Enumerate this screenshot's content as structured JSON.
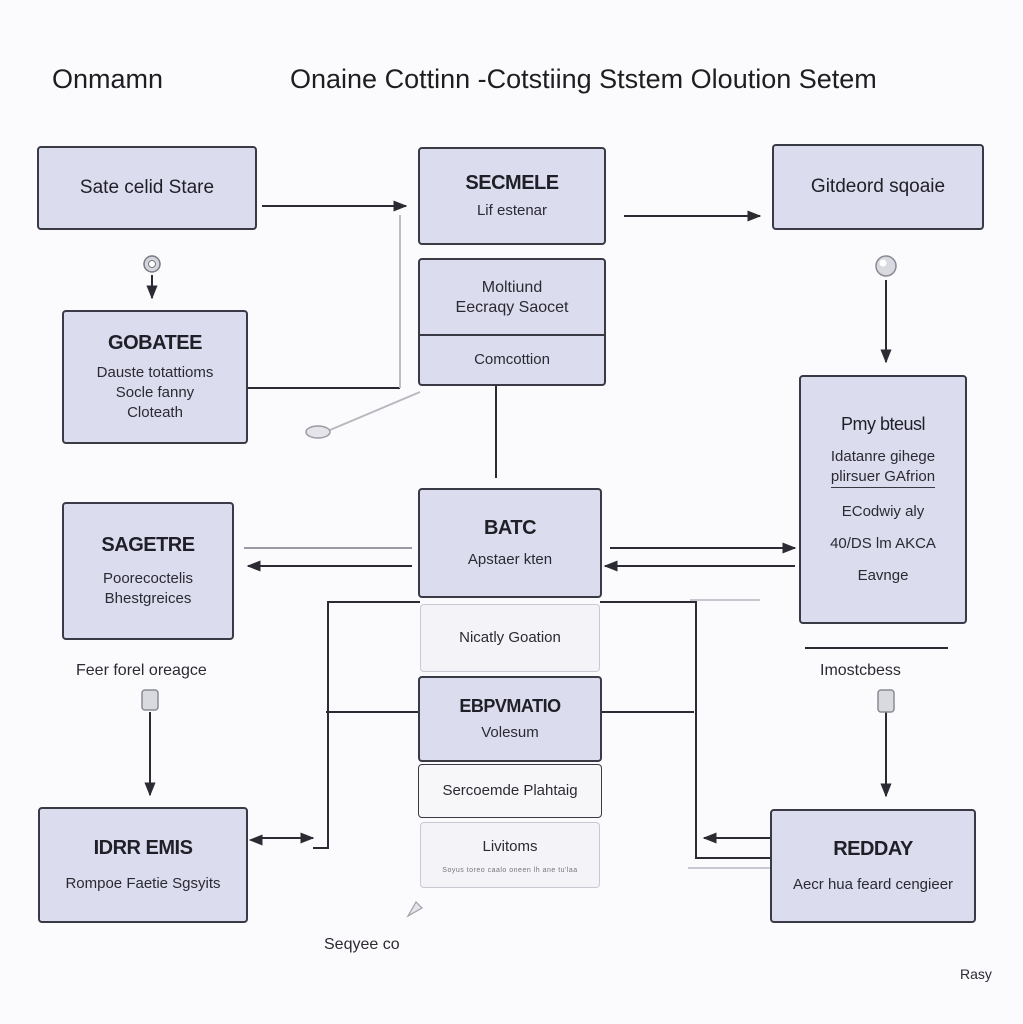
{
  "header": {
    "left_title": "Onmamn",
    "main_title": "Onaine Cottinn -Cotstiing Ststem  Oloution Setem"
  },
  "nodes": {
    "sate_store": {
      "label": "Sate celid Stare"
    },
    "secmele": {
      "title": "SECMELE",
      "subtitle": "Lif estenar"
    },
    "gitdeord": {
      "label": "Gitdeord sqoaie"
    },
    "moltiund": {
      "line1": "Moltiund",
      "line2": "Eecraqy Saocet"
    },
    "comcottion": {
      "label": "Comcottion"
    },
    "gobatee": {
      "title": "GOBATEE",
      "line1": "Dauste totattioms",
      "line2": "Socle fanny",
      "line3": "Cloteath"
    },
    "pmy_bteusl": {
      "title": "Pmy bteusl",
      "line1": "Idatanre gihege",
      "line2": "plirsuer GAfrion",
      "line3": "ECodwiy aly",
      "line4": "40/DS lm AKCA",
      "line5": "Eavnge"
    },
    "batc": {
      "title": "BATC",
      "subtitle": "Apstaer kten"
    },
    "sagetre": {
      "title": "SAGETRE",
      "line1": "Poorecoctelis",
      "line2": "Bhestgreices"
    },
    "nicatty": {
      "label": "Nicatly Goation"
    },
    "ebpvmatio": {
      "title": "EBPVMATIO",
      "subtitle": "Volesum"
    },
    "sercoemde": {
      "label": "Sercoemde Plahtaig"
    },
    "livitoms": {
      "label": "Livitoms",
      "footnote": "Soyus toreo caalo oneen lh ane tu'laa"
    },
    "idrr_emis": {
      "title": "IDRR EMIS",
      "subtitle": "Rompoe Faetie Sgsyits"
    },
    "redday": {
      "title": "REDDAY",
      "subtitle": "Aecr hua feard cengieer"
    }
  },
  "free_labels": {
    "feer_oreage": "Feer forel oreagce",
    "imostcbess": "Imostcbess",
    "seqyee": "Seqyee co",
    "rasy": "Rasy"
  },
  "colors": {
    "box_fill": "#dcdcef",
    "box_stroke": "#3a3a47",
    "pale_fill": "#f3f3f8",
    "line": "#2b2b33",
    "background": "#fbfbfd"
  }
}
